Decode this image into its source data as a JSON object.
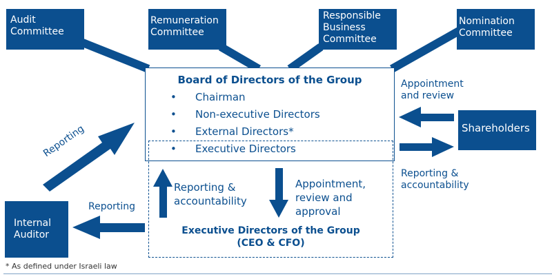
{
  "committees": [
    {
      "id": "audit",
      "label": "Audit\nCommittee"
    },
    {
      "id": "remuneration",
      "label": "Remuneration\nCommittee"
    },
    {
      "id": "responsible-business",
      "label": "Responsible\nBusiness\nCommittee"
    },
    {
      "id": "nomination",
      "label": "Nomination\nCommittee"
    }
  ],
  "board": {
    "title": "Board of Directors of the Group",
    "members": [
      "Chairman",
      "Non-executive Directors",
      "External Directors*",
      "Executive Directors"
    ],
    "bullet": "•"
  },
  "shareholders": {
    "label": "Shareholders"
  },
  "internal_auditor": {
    "label": "Internal\nAuditor"
  },
  "executive": {
    "title": "Executive Directors of the Group",
    "subtitle": "(CEO & CFO)"
  },
  "labels": {
    "appointment_review": "Appointment\nand review",
    "reporting_accountability_right": "Reporting &\naccountability",
    "reporting_diagonal": "Reporting",
    "reporting_auditor": "Reporting",
    "reporting_accountability_up": "Reporting &\naccountability",
    "appointment_review_approval": "Appointment,\nreview and\napproval"
  },
  "footnote": "* As defined under Israeli law",
  "colors": {
    "primary": "#0b4f8f"
  }
}
